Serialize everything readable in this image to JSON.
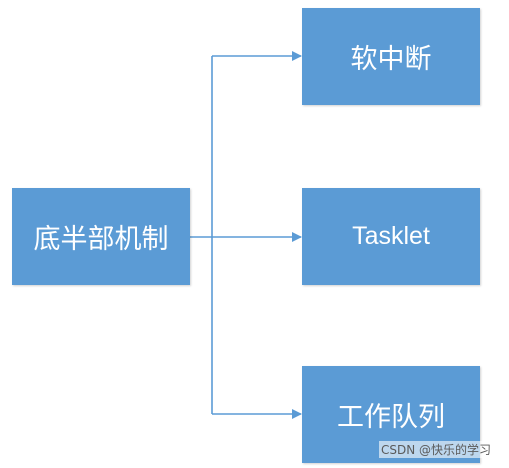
{
  "diagram": {
    "root": {
      "label": "底半部机制"
    },
    "children": [
      {
        "label": "软中断"
      },
      {
        "label": "Tasklet"
      },
      {
        "label": "工作队列"
      }
    ],
    "colors": {
      "box_fill": "#5b9bd5",
      "box_text": "#ffffff",
      "connector": "#5b9bd5"
    }
  },
  "watermark": {
    "text": "CSDN @快乐的学习"
  }
}
